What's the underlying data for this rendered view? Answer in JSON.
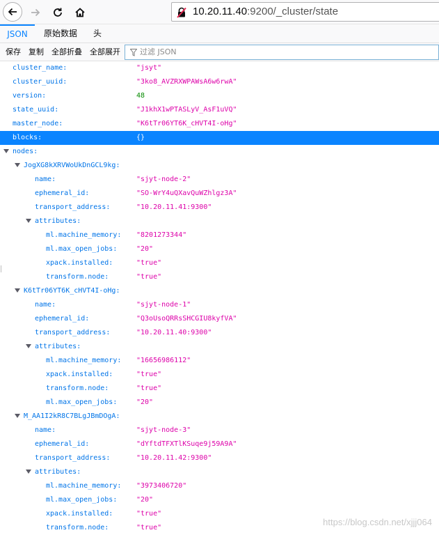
{
  "browser": {
    "url_host": "10.20.11.40",
    "url_rest": ":9200/_cluster/state"
  },
  "tabs": [
    "JSON",
    "原始数据",
    "头"
  ],
  "toolbar": {
    "save": "保存",
    "copy": "复制",
    "collapse_all": "全部折叠",
    "expand_all": "全部展开",
    "filter_placeholder": "过滤 JSON"
  },
  "json_rows": [
    {
      "key": "cluster_name:",
      "value": "\"jsyt\"",
      "type": "str",
      "indent": 0
    },
    {
      "key": "cluster_uuid:",
      "value": "\"3ko8_AVZRXWPAWsA6w6rwA\"",
      "type": "str",
      "indent": 0
    },
    {
      "key": "version:",
      "value": "48",
      "type": "num",
      "indent": 0
    },
    {
      "key": "state_uuid:",
      "value": "\"J1khX1wPTASLyV_AsF1uVQ\"",
      "type": "str",
      "indent": 0
    },
    {
      "key": "master_node:",
      "value": "\"K6tTr06YT6K_cHVT4I-oHg\"",
      "type": "str",
      "indent": 0
    },
    {
      "key": "blocks:",
      "value": "{}",
      "type": "obj",
      "indent": 0,
      "selected": true
    },
    {
      "key": "nodes:",
      "value": "",
      "type": "obj",
      "indent": 0,
      "expanded": true
    },
    {
      "key": "JogXG8kXRVWoUkDnGCL9kg:",
      "value": "",
      "type": "obj",
      "indent": 1,
      "expanded": true
    },
    {
      "key": "name:",
      "value": "\"sjyt-node-2\"",
      "type": "str",
      "indent": 2
    },
    {
      "key": "ephemeral_id:",
      "value": "\"SO-WrY4uQXavQuWZhlgz3A\"",
      "type": "str",
      "indent": 2
    },
    {
      "key": "transport_address:",
      "value": "\"10.20.11.41:9300\"",
      "type": "str",
      "indent": 2
    },
    {
      "key": "attributes:",
      "value": "",
      "type": "obj",
      "indent": 2,
      "expanded": true
    },
    {
      "key": "ml.machine_memory:",
      "value": "\"8201273344\"",
      "type": "str",
      "indent": 3
    },
    {
      "key": "ml.max_open_jobs:",
      "value": "\"20\"",
      "type": "str",
      "indent": 3
    },
    {
      "key": "xpack.installed:",
      "value": "\"true\"",
      "type": "str",
      "indent": 3
    },
    {
      "key": "transform.node:",
      "value": "\"true\"",
      "type": "str",
      "indent": 3
    },
    {
      "key": "K6tTr06YT6K_cHVT4I-oHg:",
      "value": "",
      "type": "obj",
      "indent": 1,
      "expanded": true
    },
    {
      "key": "name:",
      "value": "\"sjyt-node-1\"",
      "type": "str",
      "indent": 2
    },
    {
      "key": "ephemeral_id:",
      "value": "\"Q3oUsoQRRsSHCGIU8kyfVA\"",
      "type": "str",
      "indent": 2
    },
    {
      "key": "transport_address:",
      "value": "\"10.20.11.40:9300\"",
      "type": "str",
      "indent": 2
    },
    {
      "key": "attributes:",
      "value": "",
      "type": "obj",
      "indent": 2,
      "expanded": true
    },
    {
      "key": "ml.machine_memory:",
      "value": "\"16656986112\"",
      "type": "str",
      "indent": 3
    },
    {
      "key": "xpack.installed:",
      "value": "\"true\"",
      "type": "str",
      "indent": 3
    },
    {
      "key": "transform.node:",
      "value": "\"true\"",
      "type": "str",
      "indent": 3
    },
    {
      "key": "ml.max_open_jobs:",
      "value": "\"20\"",
      "type": "str",
      "indent": 3
    },
    {
      "key": "M_AA1I2kR8C7BLgJBmDOgA:",
      "value": "",
      "type": "obj",
      "indent": 1,
      "expanded": true
    },
    {
      "key": "name:",
      "value": "\"sjyt-node-3\"",
      "type": "str",
      "indent": 2
    },
    {
      "key": "ephemeral_id:",
      "value": "\"dYftdTFXTlKSuqe9j59A9A\"",
      "type": "str",
      "indent": 2
    },
    {
      "key": "transport_address:",
      "value": "\"10.20.11.42:9300\"",
      "type": "str",
      "indent": 2
    },
    {
      "key": "attributes:",
      "value": "",
      "type": "obj",
      "indent": 2,
      "expanded": true
    },
    {
      "key": "ml.machine_memory:",
      "value": "\"3973406720\"",
      "type": "str",
      "indent": 3
    },
    {
      "key": "ml.max_open_jobs:",
      "value": "\"20\"",
      "type": "str",
      "indent": 3
    },
    {
      "key": "xpack.installed:",
      "value": "\"true\"",
      "type": "str",
      "indent": 3
    },
    {
      "key": "transform.node:",
      "value": "\"true\"",
      "type": "str",
      "indent": 3
    }
  ],
  "watermark": "https://blog.csdn.net/xjjj064",
  "icons": {
    "back": "back-arrow-icon",
    "forward": "forward-arrow-icon",
    "reload": "reload-icon",
    "home": "home-icon",
    "insecure": "insecure-lock-icon",
    "filter": "filter-funnel-icon"
  },
  "colors": {
    "accent": "#0a84ff",
    "key": "#0074e8",
    "string": "#dd00a9",
    "number": "#058b00"
  }
}
